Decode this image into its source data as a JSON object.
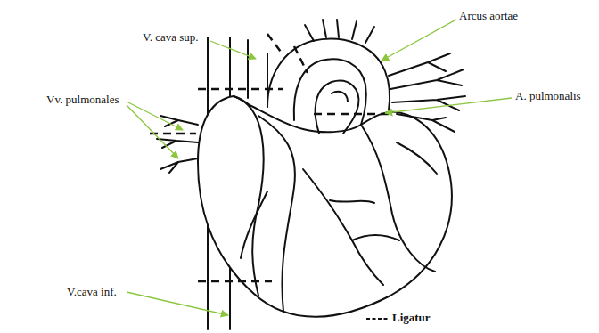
{
  "diagram": {
    "labels": [
      "Arcus aortae",
      "V. cava sup.",
      "Vv. pulmonales",
      "A. pulmonalis",
      "V.cava inf."
    ],
    "legend": [
      {
        "text": "Ligatur"
      }
    ]
  }
}
